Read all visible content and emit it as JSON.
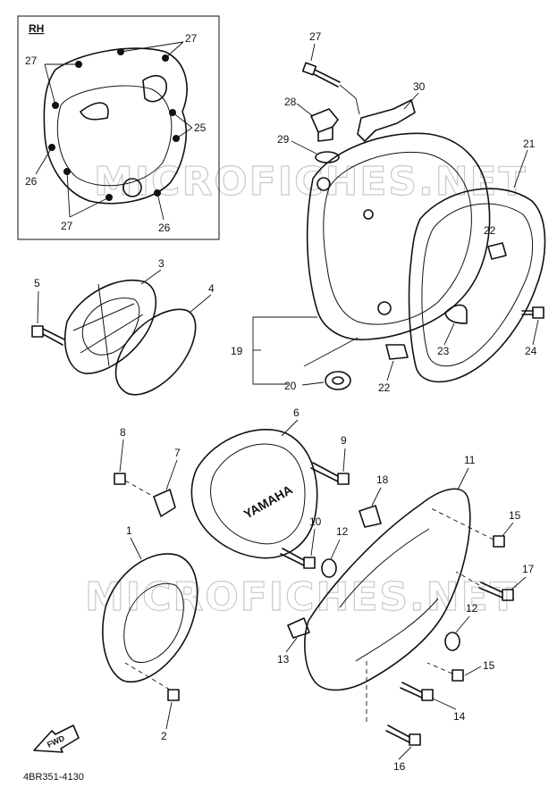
{
  "inset": {
    "label": "RH"
  },
  "watermark": "MICROFICHES.NET",
  "cover_brand": "YAMAHA",
  "fwd_label": "FWD",
  "catalog_code": "4BR351-4130",
  "callouts": {
    "c1": "1",
    "c2": "2",
    "c3": "3",
    "c4": "4",
    "c5": "5",
    "c6": "6",
    "c7": "7",
    "c8": "8",
    "c9": "9",
    "c10": "10",
    "c11": "11",
    "c12a": "12",
    "c12b": "12",
    "c13": "13",
    "c14": "14",
    "c15a": "15",
    "c15b": "15",
    "c16": "16",
    "c17": "17",
    "c18": "18",
    "c19": "19",
    "c20": "20",
    "c21": "21",
    "c22a": "22",
    "c22b": "22",
    "c23": "23",
    "c24": "24",
    "c25": "25",
    "c26a": "26",
    "c26b": "26",
    "c27a": "27",
    "c27b": "27",
    "c27c": "27",
    "c27d": "27",
    "c28": "28",
    "c29": "29",
    "c30": "30"
  }
}
